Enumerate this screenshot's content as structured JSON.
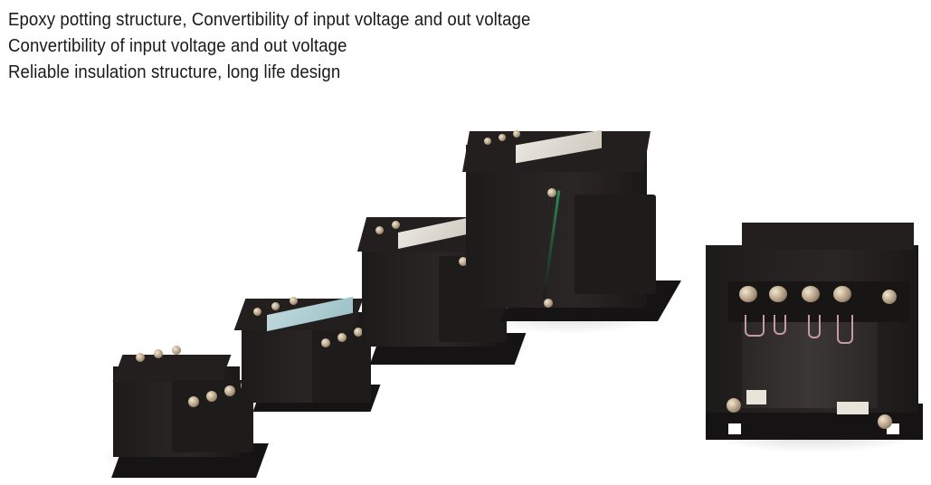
{
  "features": [
    "Epoxy potting structure, Convertibility of input voltage and out voltage",
    "Convertibility of input voltage and out voltage",
    "Reliable insulation structure, long life design"
  ],
  "products": [
    {
      "name": "transformer-smallest"
    },
    {
      "name": "transformer-small"
    },
    {
      "name": "transformer-medium"
    },
    {
      "name": "transformer-large"
    },
    {
      "name": "transformer-front-view"
    }
  ],
  "colors": {
    "background": "#ffffff",
    "text": "#1a1a1a",
    "housing": "#1d1b1a",
    "screw": "#c8b79c",
    "label": "#e6e2d9",
    "ground_wire": "#2c8a55"
  }
}
